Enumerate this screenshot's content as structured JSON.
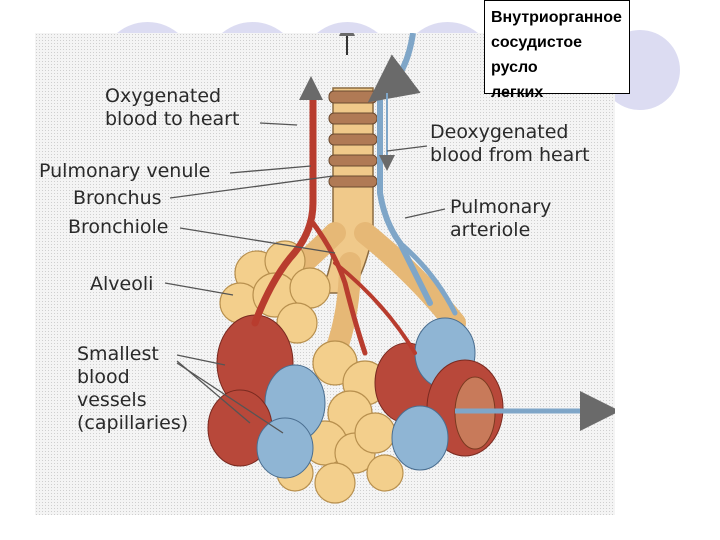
{
  "title": "Внутриорганное\nсосудистое русло\nлегких",
  "labels": {
    "oxygenated": "Oxygenated\nblood to heart",
    "venule": "Pulmonary venule",
    "bronchus": "Bronchus",
    "bronchiole": "Bronchiole",
    "alveoli": "Alveoli",
    "capillaries": "Smallest\nblood\nvessels\n(capillaries)",
    "deoxygenated": "Deoxygenated\nblood from heart",
    "arteriole": "Pulmonary\narteriole"
  },
  "colors": {
    "vein": "#b83c2e",
    "artery": "#7fa6c8",
    "alveoli": "#f3cf8c",
    "bronchus": "#f0c98a",
    "cartilage": "#b07a55"
  }
}
